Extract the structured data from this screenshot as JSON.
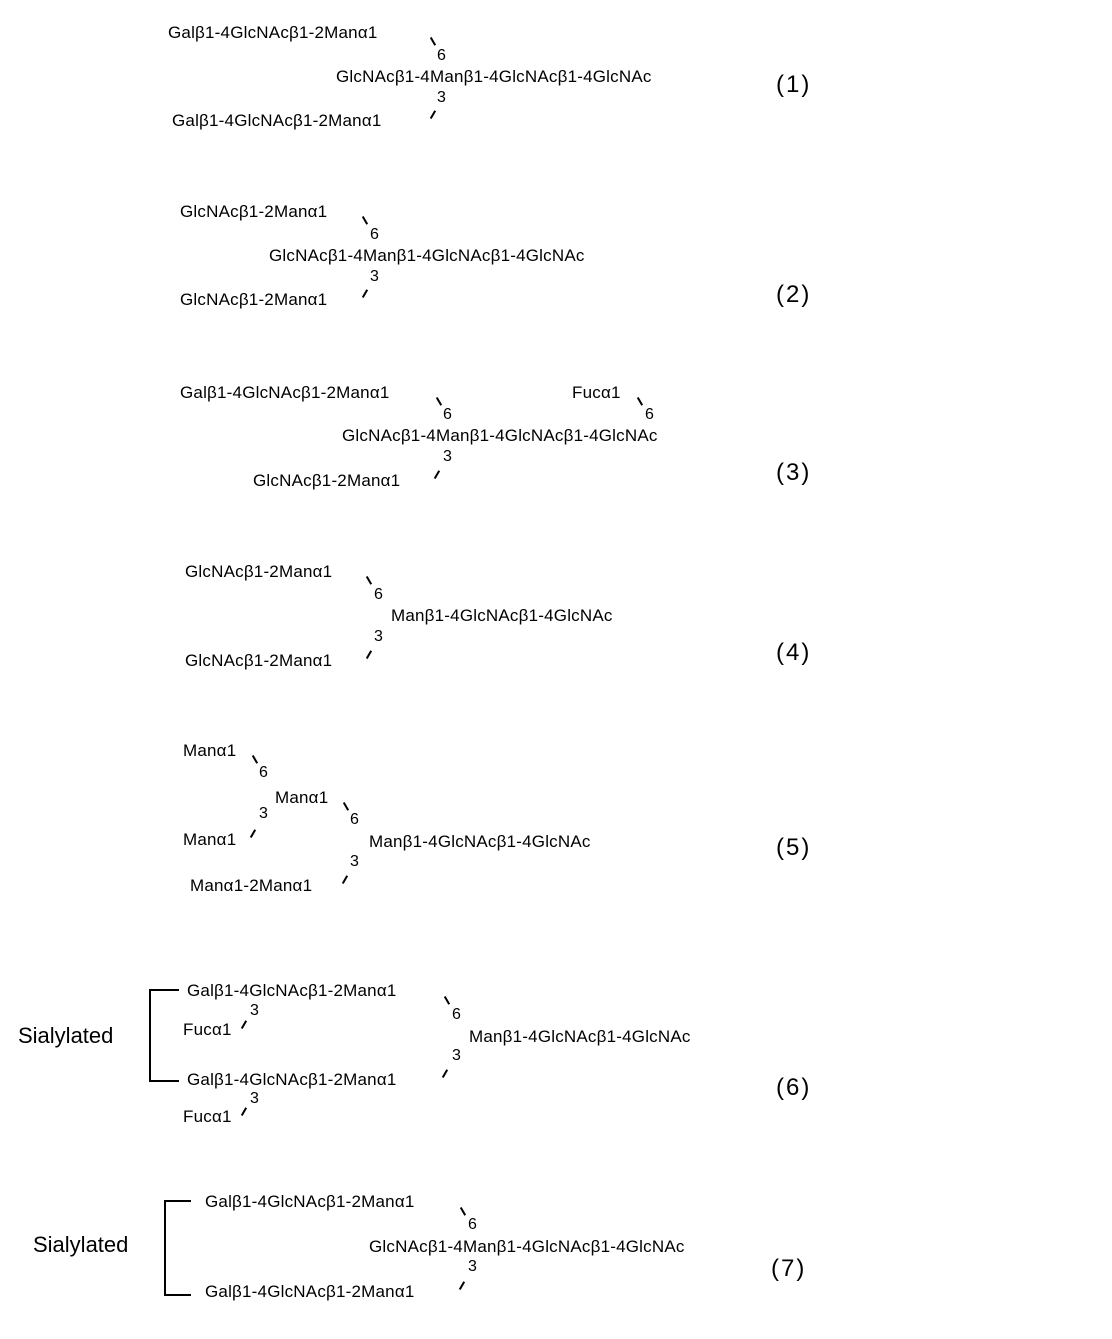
{
  "structures": [
    {
      "number": "(1)",
      "upper_branch": "Galβ1-4GlcNAcβ1-2Manα1",
      "link6": "6",
      "core": "GlcNAcβ1-4Manβ1-4GlcNAcβ1-4GlcNAc",
      "link3": "3",
      "lower_branch": "Galβ1-4GlcNAcβ1-2Manα1"
    },
    {
      "number": "(2)",
      "upper_branch": "GlcNAcβ1-2Manα1",
      "link6": "6",
      "core": "GlcNAcβ1-4Manβ1-4GlcNAcβ1-4GlcNAc",
      "link3": "3",
      "lower_branch": "GlcNAcβ1-2Manα1"
    },
    {
      "number": "(3)",
      "upper_branch": "Galβ1-4GlcNAcβ1-2Manα1",
      "fucose": "Fucα1",
      "fuc_link": "6",
      "link6": "6",
      "core": "GlcNAcβ1-4Manβ1-4GlcNAcβ1-4GlcNAc",
      "link3": "3",
      "lower_branch": "GlcNAcβ1-2Manα1"
    },
    {
      "number": "(4)",
      "upper_branch": "GlcNAcβ1-2Manα1",
      "link6": "6",
      "core": "Manβ1-4GlcNAcβ1-4GlcNAc",
      "link3": "3",
      "lower_branch": "GlcNAcβ1-2Manα1"
    },
    {
      "number": "(5)",
      "top_man": "Manα1",
      "top_link6": "6",
      "mid_man": "Manα1",
      "mid_link3": "3",
      "left_man": "Manα1",
      "link6": "6",
      "core": "Manβ1-4GlcNAcβ1-4GlcNAc",
      "link3": "3",
      "lower_branch": "Manα1-2Manα1"
    },
    {
      "number": "(6)",
      "bracket_label": "Sialylated",
      "upper_branch": "Galβ1-4GlcNAcβ1-2Manα1",
      "upper_fuc_link": "3",
      "upper_fucose": "Fucα1",
      "link6": "6",
      "core": "Manβ1-4GlcNAcβ1-4GlcNAc",
      "link3": "3",
      "lower_branch": "Galβ1-4GlcNAcβ1-2Manα1",
      "lower_fuc_link": "3",
      "lower_fucose": "Fucα1"
    },
    {
      "number": "(7)",
      "bracket_label": "Sialylated",
      "upper_branch": "Galβ1-4GlcNAcβ1-2Manα1",
      "link6": "6",
      "core": "GlcNAcβ1-4Manβ1-4GlcNAcβ1-4GlcNAc",
      "link3": "3",
      "lower_branch": "Galβ1-4GlcNAcβ1-2Manα1"
    }
  ]
}
